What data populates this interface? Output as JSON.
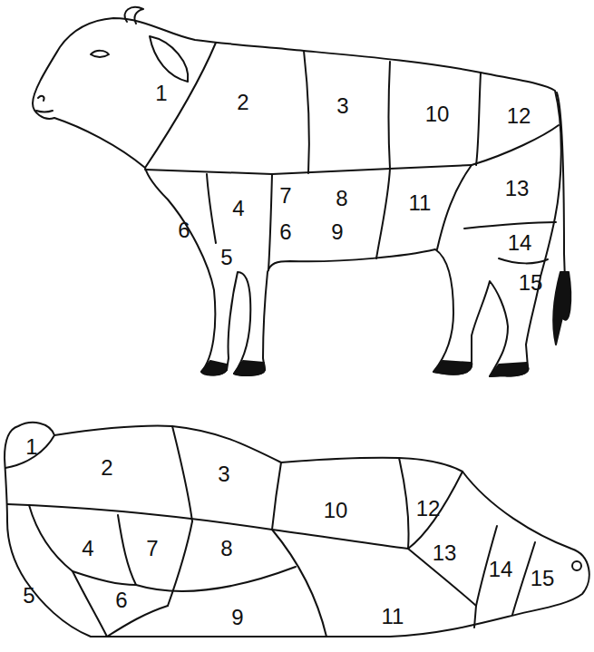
{
  "diagram": {
    "labels": [
      "1",
      "2",
      "3",
      "10",
      "12",
      "4",
      "7",
      "8",
      "13",
      "6",
      "9",
      "11",
      "6",
      "5",
      "14",
      "15",
      "1",
      "2",
      "3",
      "10",
      "12",
      "4",
      "7",
      "8",
      "13",
      "14",
      "15",
      "5",
      "6",
      "9",
      "11"
    ]
  }
}
